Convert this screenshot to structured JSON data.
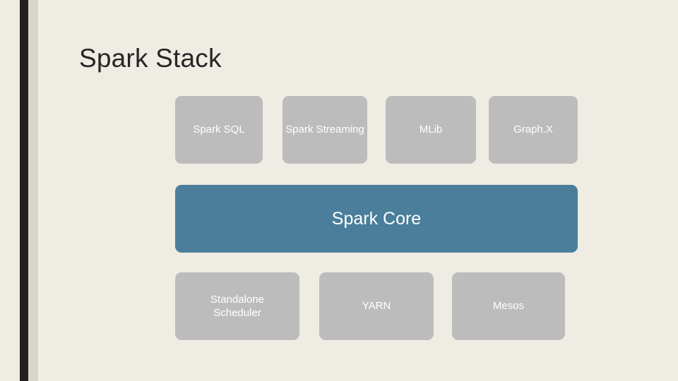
{
  "slide": {
    "title": "Spark Stack",
    "background_color": "#efece3",
    "accent_bar_color": "#23211c",
    "accent_bar_light_color": "#d9d5c9"
  },
  "diagram": {
    "type": "stack-diagram",
    "tiers": [
      {
        "name": "libraries",
        "boxes": [
          {
            "label": "Spark SQL",
            "color": "#bcbcbc"
          },
          {
            "label": "Spark Streaming",
            "color": "#bcbcbc"
          },
          {
            "label": "MLib",
            "color": "#bcbcbc"
          },
          {
            "label": "Graph.X",
            "color": "#bcbcbc"
          }
        ]
      },
      {
        "name": "core",
        "boxes": [
          {
            "label": "Spark Core",
            "color": "#4a7e9b"
          }
        ]
      },
      {
        "name": "cluster-managers",
        "boxes": [
          {
            "label": "Standalone Scheduler",
            "label_line1": "Standalone",
            "label_line2": "Scheduler",
            "color": "#bcbcbc"
          },
          {
            "label": "YARN",
            "color": "#bcbcbc"
          },
          {
            "label": "Mesos",
            "color": "#bcbcbc"
          }
        ]
      }
    ]
  }
}
